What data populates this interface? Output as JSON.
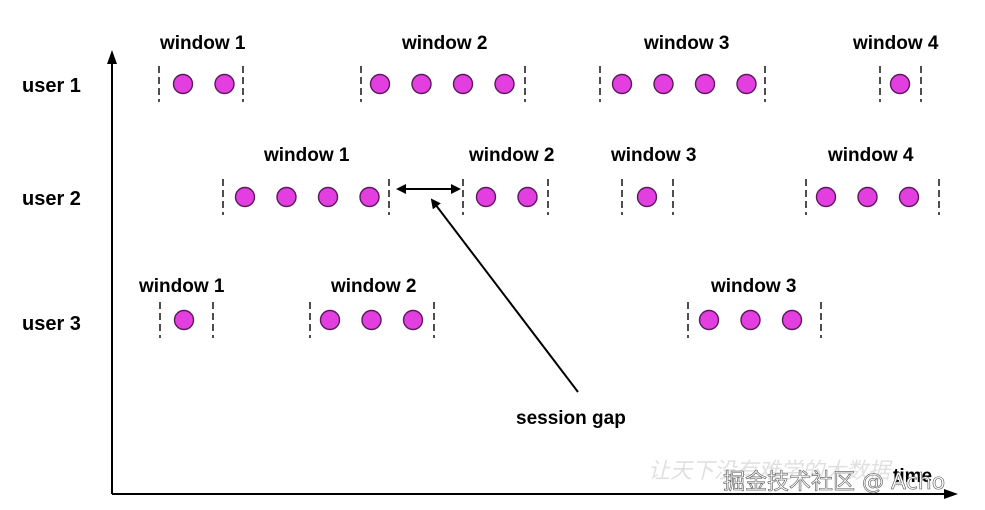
{
  "colors": {
    "event_fill": "#e33fe0",
    "event_stroke": "#5a1a5a",
    "line": "#000000",
    "bracket": "#222222"
  },
  "axis": {
    "x_label": "time"
  },
  "session_gap": {
    "label": "session gap"
  },
  "watermark": {
    "text": "掘金技术社区 @ Acho",
    "faint_text": "让天下没有难学的大数据"
  },
  "users": [
    {
      "label": "user 1",
      "windows": [
        {
          "label": "window 1",
          "events": 2
        },
        {
          "label": "window 2",
          "events": 4
        },
        {
          "label": "window 3",
          "events": 4
        },
        {
          "label": "window 4",
          "events": 1
        }
      ]
    },
    {
      "label": "user 2",
      "windows": [
        {
          "label": "window 1",
          "events": 4
        },
        {
          "label": "window 2",
          "events": 2
        },
        {
          "label": "window 3",
          "events": 1
        },
        {
          "label": "window 4",
          "events": 3
        }
      ]
    },
    {
      "label": "user 3",
      "windows": [
        {
          "label": "window 1",
          "events": 1
        },
        {
          "label": "window 2",
          "events": 3
        },
        {
          "label": "window 3",
          "events": 3
        }
      ]
    }
  ]
}
